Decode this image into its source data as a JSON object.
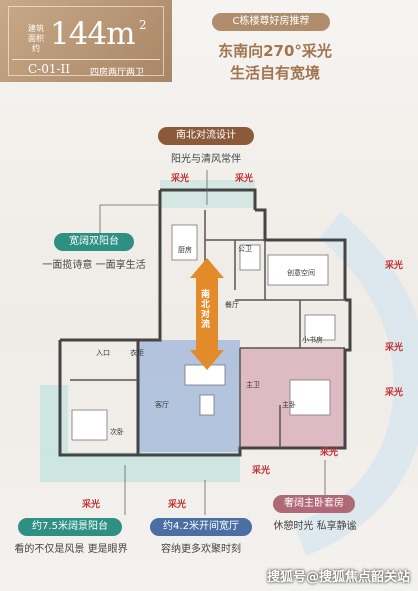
{
  "header": {
    "small_left_top": "建筑",
    "small_left_mid": "面积",
    "small_left_bot": "约",
    "area": "144m",
    "area_sup": "2",
    "unit_code": "C-01-II",
    "unit_desc": "四房两厅两卫"
  },
  "recommend": {
    "pill": "C栋楼尊好房推荐",
    "line1": "东南向270°采光",
    "line2": "生活自有宽境"
  },
  "callouts": {
    "north_south": {
      "title": "南北对流设计",
      "sub": "阳光与清风常伴"
    },
    "balcony_double": {
      "title": "宽阔双阳台",
      "sub": "一面揽诗意 一面享生活"
    },
    "balcony_view": {
      "title": "约7.5米阔景阳台",
      "sub": "看的不仅是风景 更是眼界"
    },
    "living": {
      "title": "约4.2米开间宽厅",
      "sub": "容纳更多欢聚时刻"
    },
    "master": {
      "title": "奢阔主卧套房",
      "sub": "休憩时光 私享静谧"
    }
  },
  "plan": {
    "light_label": "采光",
    "flow_label": "南北对流",
    "rooms": {
      "kitchen": "厨房",
      "bath1": "公卫",
      "creative": "创意空间",
      "living": "客厅",
      "dining": "餐厅",
      "bedroom2": "次卧",
      "master": "主卧",
      "bath2": "主卫",
      "entry": "入口",
      "closet": "衣柜",
      "study": "小书房"
    }
  },
  "watermark": "搜狐号@搜狐焦点韶关站",
  "colors": {
    "gold": "#b08d6c",
    "brown": "#8a5a3a",
    "teal": "#2e8f83",
    "blue": "#4c6fa3",
    "pink": "#b06a77",
    "living_fill": "#9fb3d4",
    "master_fill": "#d9aab5",
    "balcony_fill": "#bfe0dc",
    "light_ring": "#cfe1ec"
  }
}
